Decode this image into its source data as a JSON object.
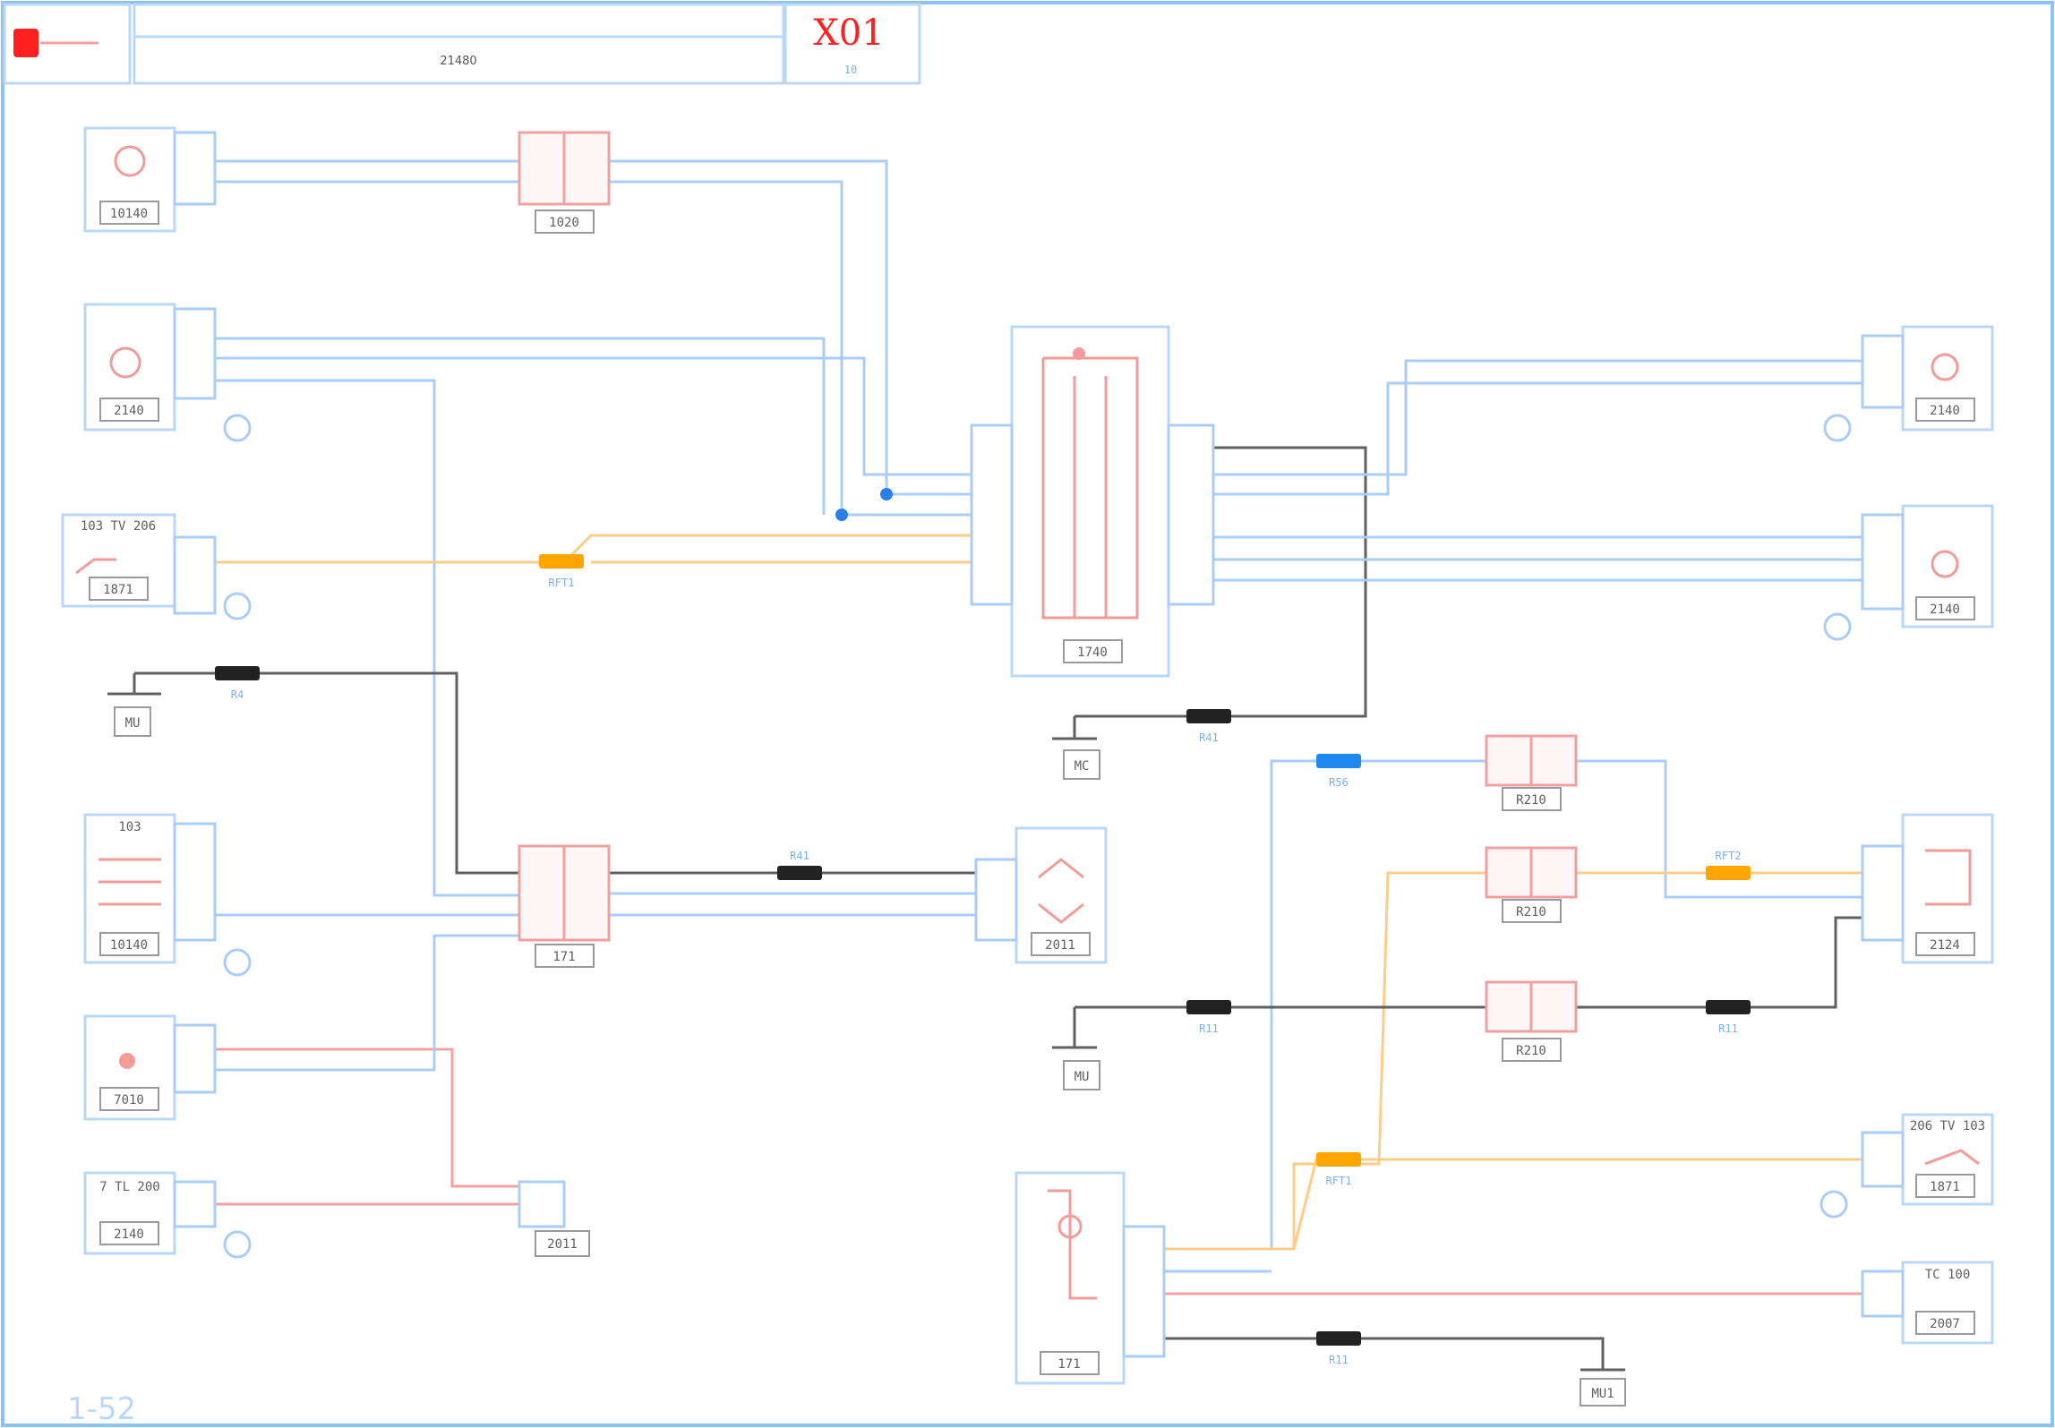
{
  "header": {
    "sheet_code": "X01",
    "sheet_subcode": "10",
    "header_center_text": "21480"
  },
  "components": {
    "c_lamp_top": "10140",
    "c_relay_top": "1020",
    "c_lamp_mid": "2140",
    "c_switch": "1871",
    "c_switch_tag": "103  TV 206",
    "c_module_left": "10140",
    "c_module_left_tag": "103",
    "c_small_left": "7010",
    "c_bottom_left": "2140",
    "c_bottom_left_tag": "7  TL  200",
    "c_central_box": "1740",
    "c_right_top": "2140",
    "c_right_mid": "2140",
    "c_relay_r1": "R210",
    "c_relay_r2": "R210",
    "c_relay_r3": "R210",
    "c_right_module": "2124",
    "c_right_bottom": "1871",
    "c_right_bottom_tag": "206  TV  103",
    "c_far_right_bottom": "TC  100",
    "c_far_right_bottom2": "2007",
    "c_center_left_box": "171",
    "c_center_left_box2": "2011",
    "c_center_module": "2011",
    "c_ground_1": "MU",
    "c_ground_2": "MC",
    "c_ground_3": "MU",
    "c_ground_4": "MU1"
  },
  "markers": {
    "m_orange_1": "RFT1",
    "m_black_1": "R4",
    "m_black_2": "R41",
    "m_black_3": "R41",
    "m_black_4": "R11",
    "m_black_5": "R11",
    "m_black_6": "R11",
    "m_blue_1": "R56",
    "m_orange_2": "RFT2",
    "m_orange_3": "RFT1"
  },
  "footer": {
    "page_number": "1-52"
  },
  "colors": {
    "frame": "#8ec2f7",
    "wire_blue": "#a9cdf6",
    "wire_black": "#606060",
    "wire_orange": "#ffcc88",
    "wire_red": "#f4a0a0",
    "title_red": "#ff2020",
    "marker_orange": "#ffa500",
    "marker_black": "#222222",
    "marker_blue": "#1e88f0"
  }
}
